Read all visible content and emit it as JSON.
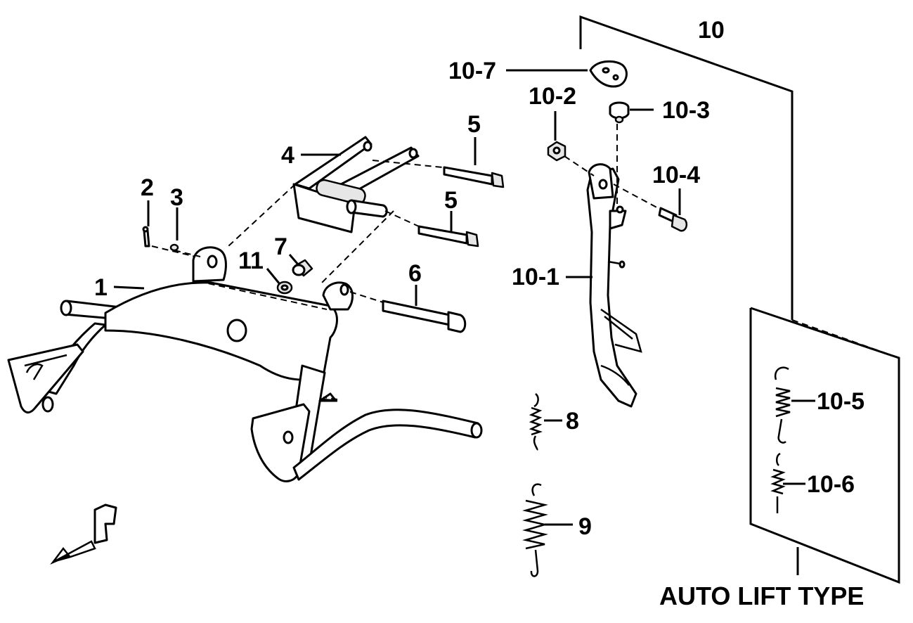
{
  "labels": {
    "p1": "1",
    "p2": "2",
    "p3": "3",
    "p4": "4",
    "p5a": "5",
    "p5b": "5",
    "p6": "6",
    "p7": "7",
    "p8": "8",
    "p9": "9",
    "p10": "10",
    "p10_1": "10-1",
    "p10_2": "10-2",
    "p10_3": "10-3",
    "p10_4": "10-4",
    "p10_5": "10-5",
    "p10_6": "10-6",
    "p10_7": "10-7",
    "p11": "11"
  },
  "caption": "AUTO LIFT TYPE"
}
